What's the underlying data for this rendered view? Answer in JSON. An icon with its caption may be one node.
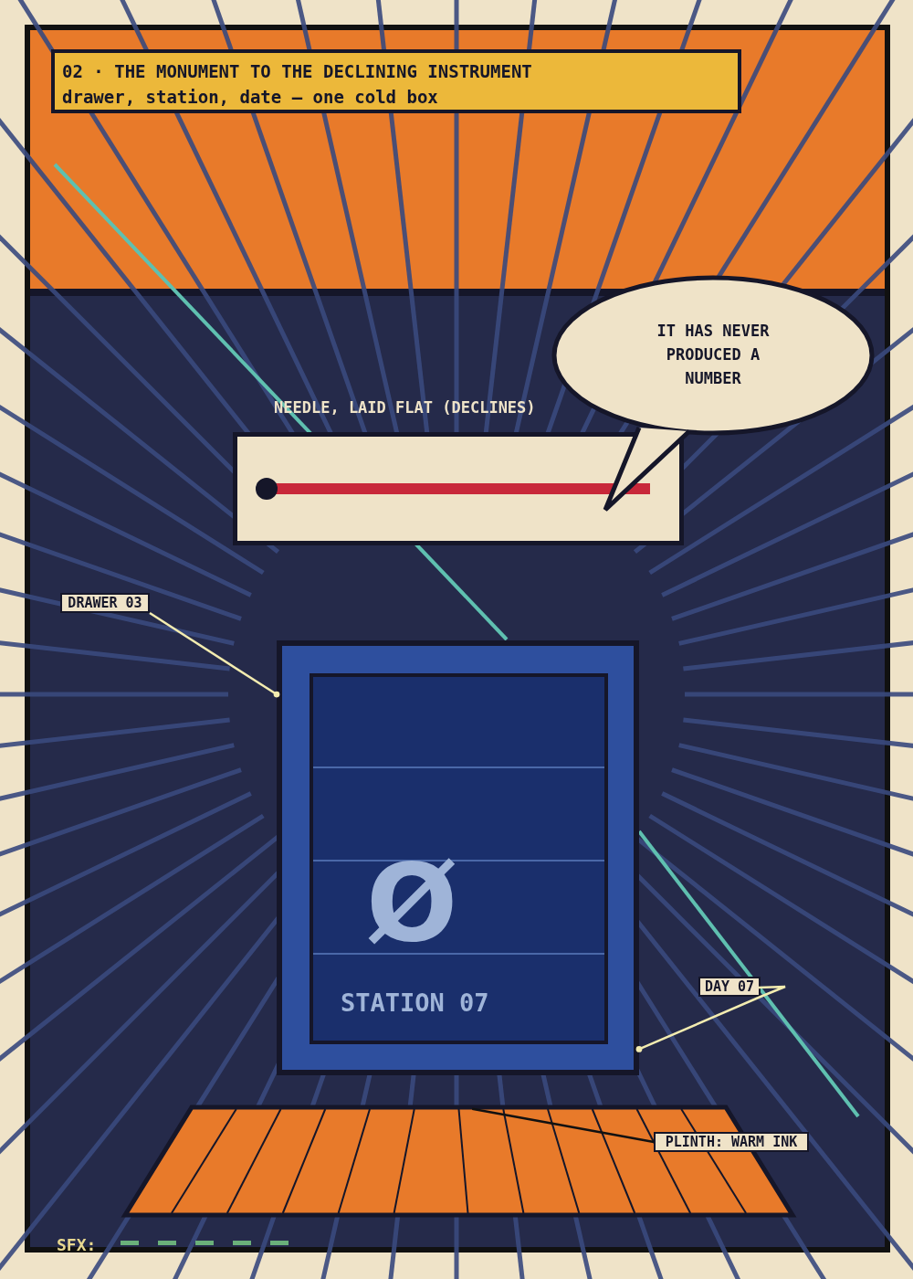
{
  "diagram": {
    "nodes": [
      {
        "text": [
          "02 · THE MONUMENT TO THE DECLINING INSTRUMENT",
          "drawer, station, date — one cold box"
        ]
      },
      {
        "text": [
          "NEEDLE, LAID FLAT (DECLINES)"
        ]
      },
      {
        "text": [
          "IT HAS NEVER PRODUCED A NUMBER"
        ]
      },
      {
        "text": [
          "Ø",
          "STATION 07"
        ]
      },
      {
        "text": [
          "DRAWER 03"
        ]
      },
      {
        "text": [
          "DAY 07"
        ]
      },
      {
        "text": [],
        "shape": "box"
      },
      {
        "text": [
          "PLINTH: WARM INK"
        ]
      }
    ],
    "edges": [
      {
        "from": 4,
        "to": 3,
        "arrow": "other"
      },
      {
        "from": 5,
        "to": 3,
        "arrow": "other"
      },
      {
        "from": 7,
        "to": 6,
        "arrow": "none",
        "color": "#111111"
      }
    ],
    "labels": [
      "SFX:"
    ]
  }
}
